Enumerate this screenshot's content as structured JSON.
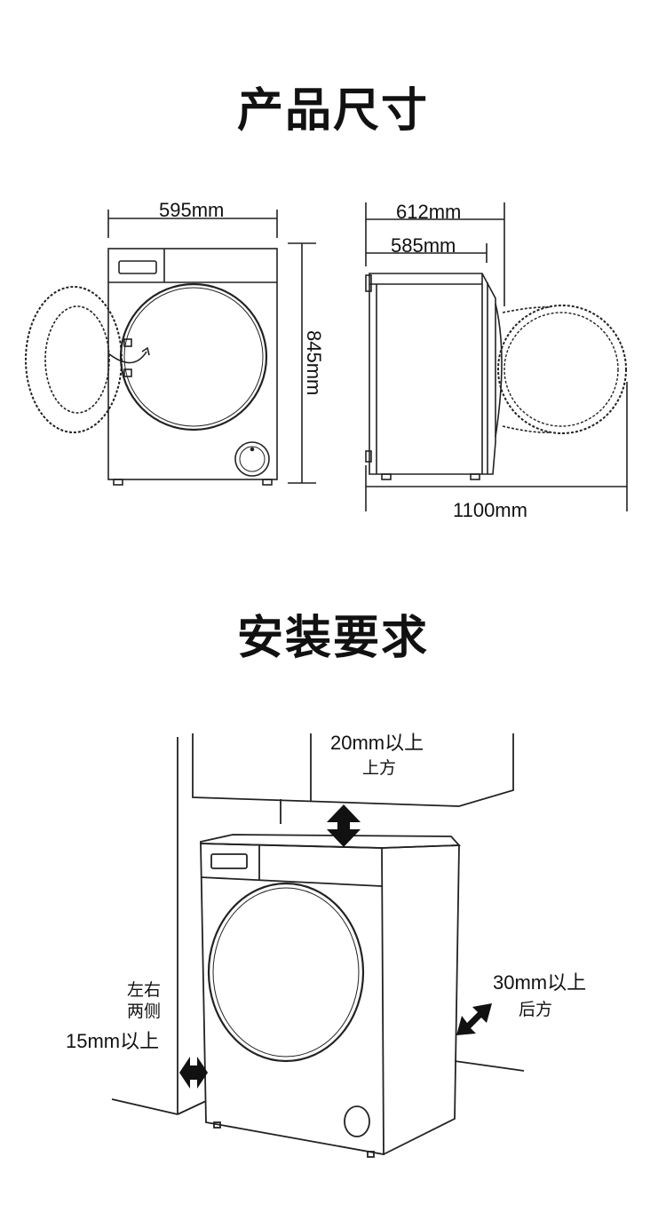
{
  "sections": {
    "dimensions_title": "产品尺寸",
    "install_title": "安装要求"
  },
  "dimensions": {
    "width": "595mm",
    "height": "845mm",
    "depth_total": "612mm",
    "depth_body": "585mm",
    "depth_door_open": "1100mm"
  },
  "clearances": {
    "top_value": "20mm以上",
    "top_side": "上方",
    "back_value": "30mm以上",
    "back_side": "后方",
    "sides_side_line1": "左右",
    "sides_side_line2": "两侧",
    "sides_value": "15mm以上"
  }
}
